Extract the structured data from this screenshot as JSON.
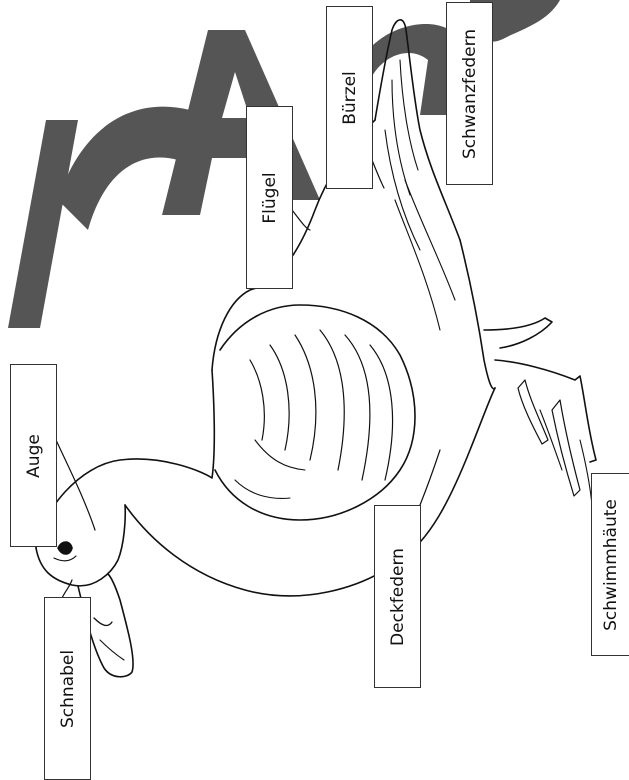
{
  "labels": {
    "auge": "Auge",
    "schnabel": "Schnabel",
    "fluegel": "Flügel",
    "buerzel": "Bürzel",
    "schwanzfedern": "Schwanzfedern",
    "deckfedern": "Deckfedern",
    "schwimmhaeute": "Schwimmhäute"
  },
  "colors": {
    "watermark": "#555555",
    "line": "#111111",
    "box_border": "#333333"
  }
}
